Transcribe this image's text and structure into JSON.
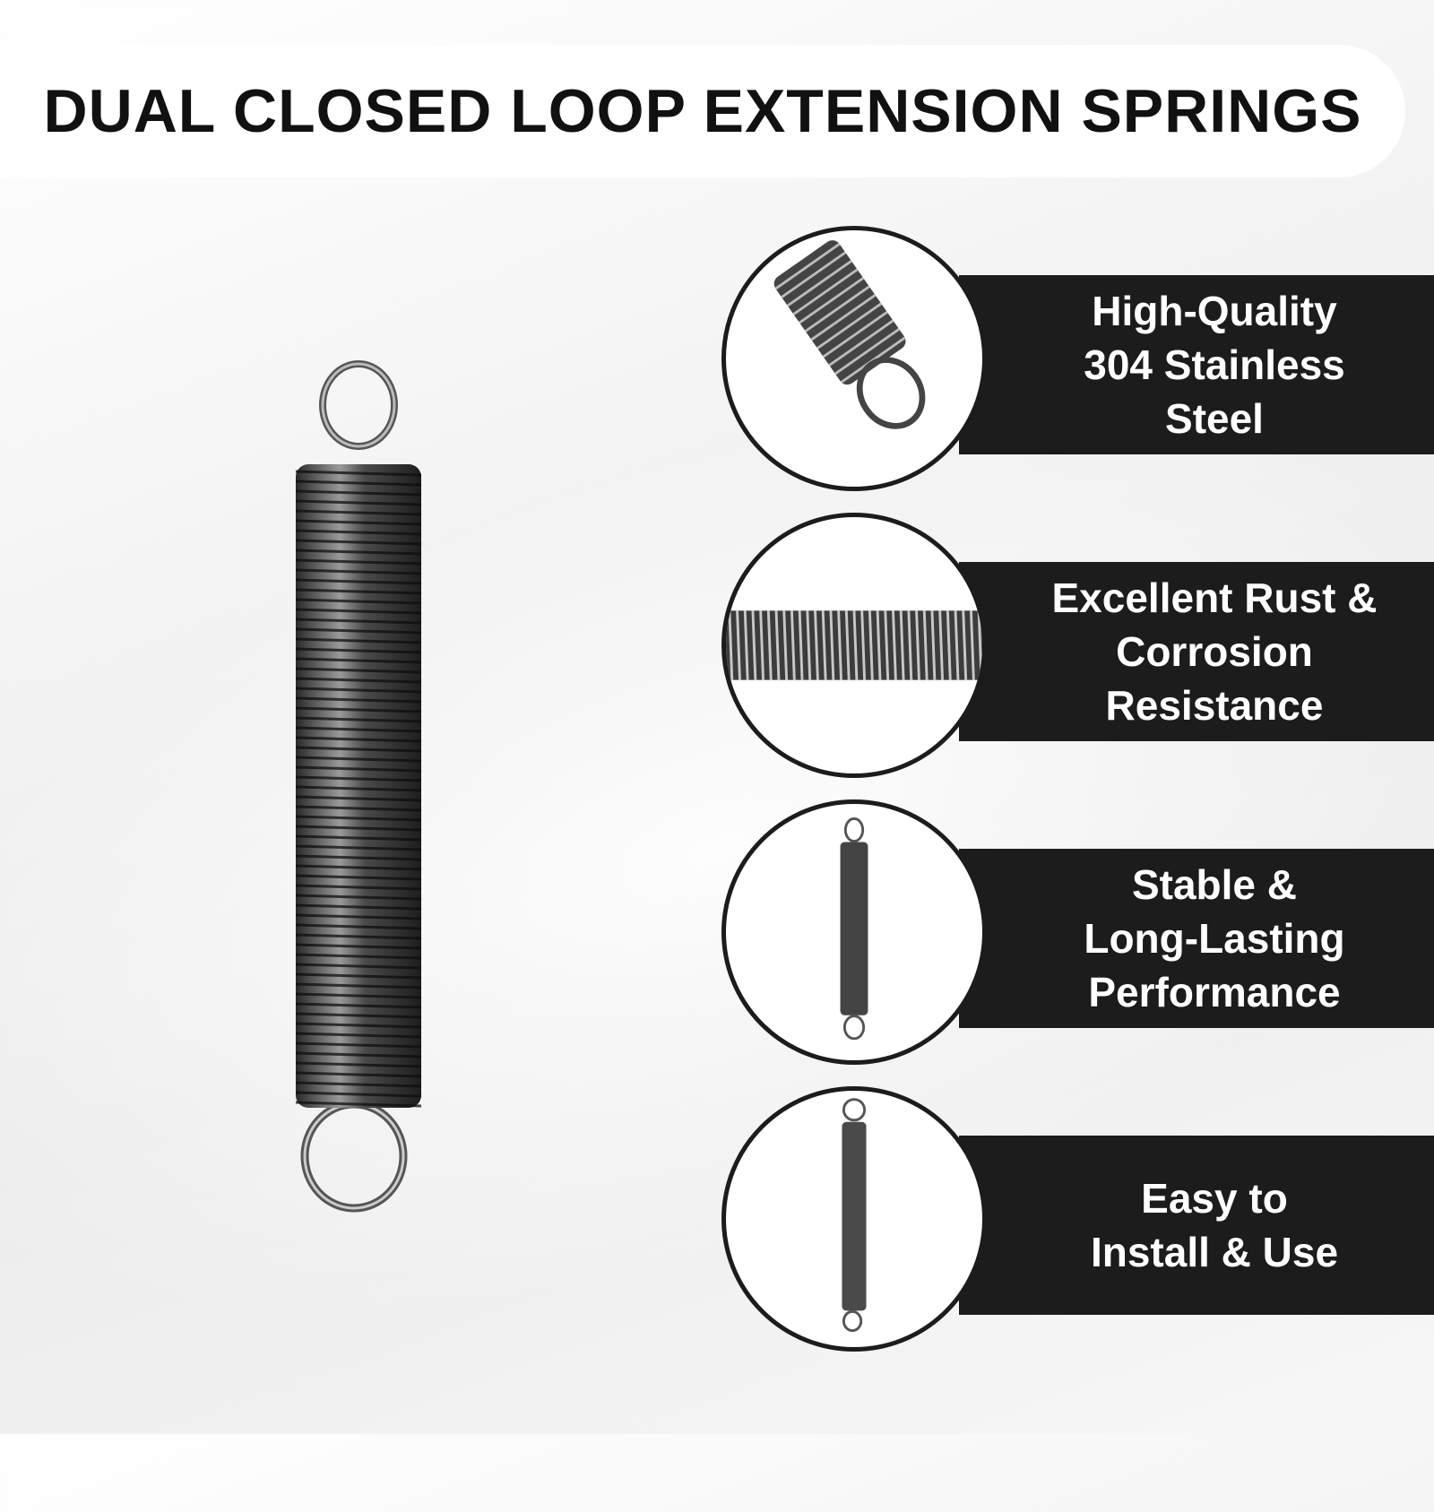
{
  "title": "DUAL CLOSED LOOP EXTENSION SPRINGS",
  "features": [
    {
      "lines": [
        "High-Quality",
        "304 Stainless",
        "Steel"
      ],
      "icon": "spring-hook-closeup-icon"
    },
    {
      "lines": [
        "Excellent Rust &",
        "Corrosion",
        "Resistance"
      ],
      "icon": "spring-coil-closeup-icon"
    },
    {
      "lines": [
        "Stable &",
        "Long-Lasting",
        "Performance"
      ],
      "icon": "spring-full-icon"
    },
    {
      "lines": [
        "Easy to",
        "Install & Use"
      ],
      "icon": "spring-full-icon"
    }
  ],
  "colors": {
    "band": "#1c1c1c",
    "text": "#ffffff",
    "title": "#111111",
    "metal": "#3a3a3a"
  }
}
